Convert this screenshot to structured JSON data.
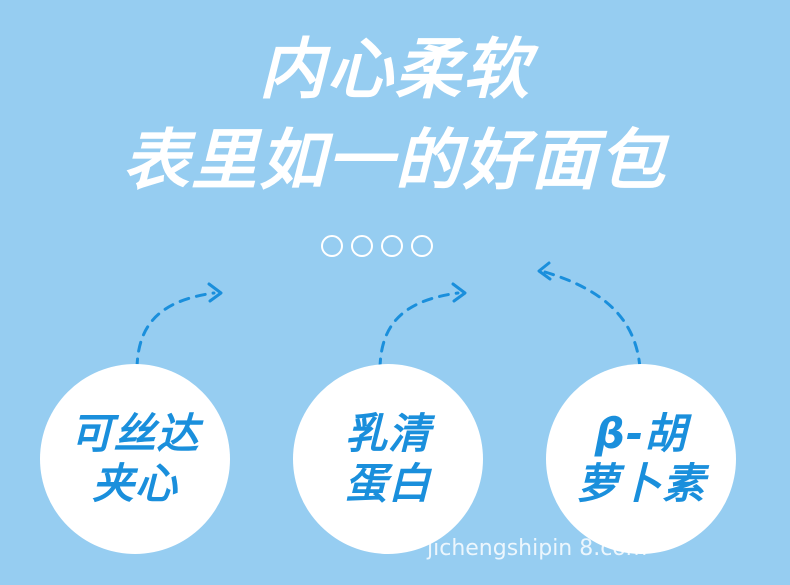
{
  "headline": {
    "line1": "内心柔软",
    "line2": "表里如一的好面包"
  },
  "carousel": {
    "count": 4
  },
  "features": [
    {
      "line1": "可丝达",
      "line2": "夹心"
    },
    {
      "line1": "乳清",
      "line2": "蛋白"
    },
    {
      "line1": "β-胡",
      "line2": "萝卜素"
    }
  ],
  "watermark": "jichengshipin 8.com",
  "colors": {
    "background": "#96cdf1",
    "headline": "#ffffff",
    "feature_text": "#1a8fdc",
    "arrows": "#1a8fdc"
  }
}
